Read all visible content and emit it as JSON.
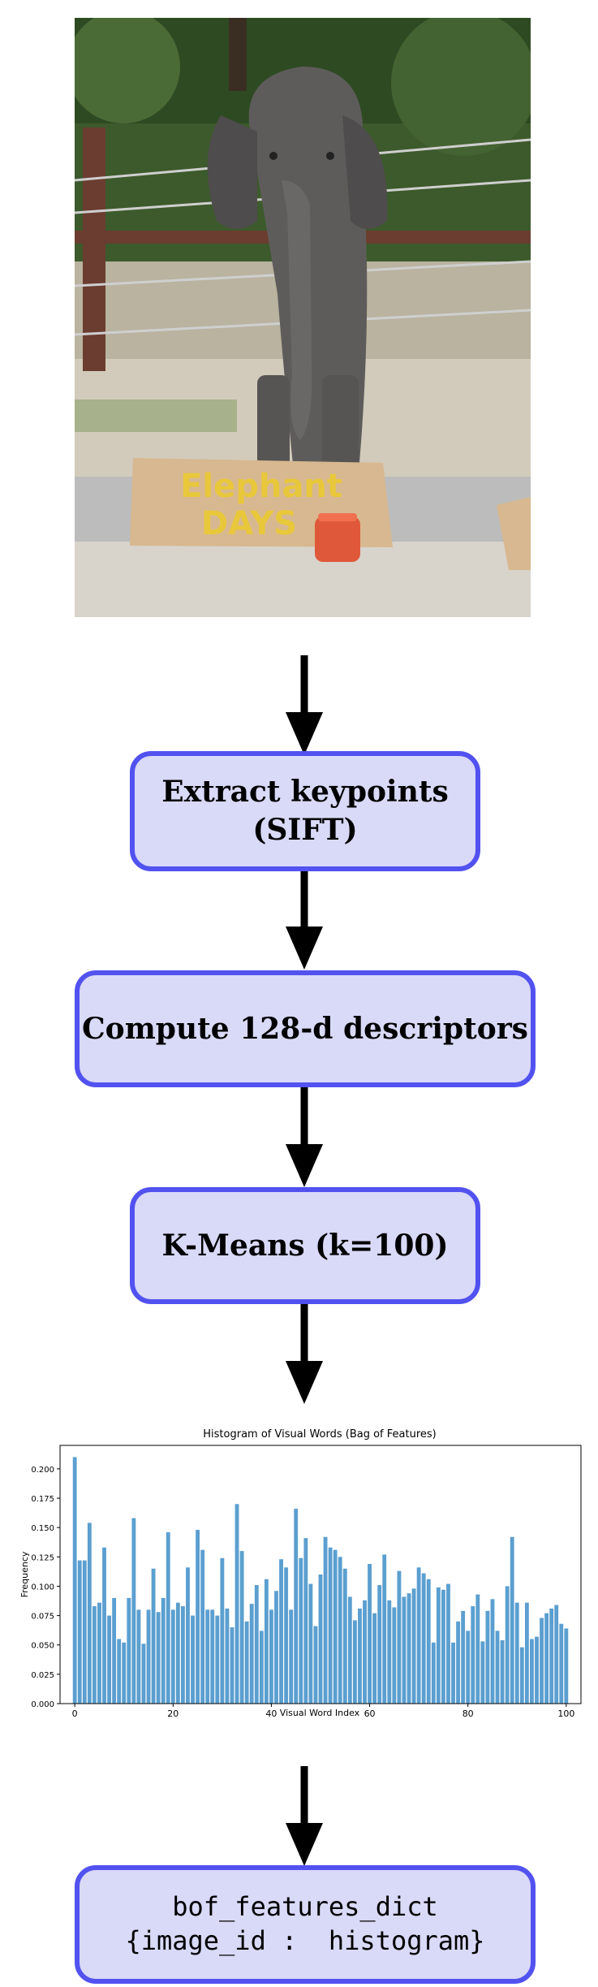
{
  "photo": {
    "sign_text_line1": "Elephant",
    "sign_text_line2": "DAYS"
  },
  "steps": {
    "step1_line1": "Extract keypoints",
    "step1_line2": "(SIFT)",
    "step2": "Compute 128-d descriptors",
    "step3": "K-Means (k=100)",
    "step4_line1": "bof_features_dict",
    "step4_line2": "{image_id :  histogram}"
  },
  "colors": {
    "box_fill": "#d9d9f8",
    "box_border": "#5252f0",
    "bar": "#5b9fd0",
    "arrow": "#000000"
  },
  "chart_data": {
    "type": "bar",
    "title": "Histogram of Visual Words (Bag of Features)",
    "xlabel": "Visual Word Index",
    "ylabel": "Frequency",
    "xlim": [
      -3,
      103
    ],
    "ylim": [
      0,
      0.22
    ],
    "xticks": [
      0,
      20,
      40,
      60,
      80,
      100
    ],
    "yticks": [
      "0.000",
      "0.025",
      "0.050",
      "0.075",
      "0.100",
      "0.125",
      "0.150",
      "0.175",
      "0.200"
    ],
    "x": [
      0,
      1,
      2,
      3,
      4,
      5,
      6,
      7,
      8,
      9,
      10,
      11,
      12,
      13,
      14,
      15,
      16,
      17,
      18,
      19,
      20,
      21,
      22,
      23,
      24,
      25,
      26,
      27,
      28,
      29,
      30,
      31,
      32,
      33,
      34,
      35,
      36,
      37,
      38,
      39,
      40,
      41,
      42,
      43,
      44,
      45,
      46,
      47,
      48,
      49,
      50,
      51,
      52,
      53,
      54,
      55,
      56,
      57,
      58,
      59,
      60,
      61,
      62,
      63,
      64,
      65,
      66,
      67,
      68,
      69,
      70,
      71,
      72,
      73,
      74,
      75,
      76,
      77,
      78,
      79,
      80,
      81,
      82,
      83,
      84,
      85,
      86,
      87,
      88,
      89,
      90,
      91,
      92,
      93,
      94,
      95,
      96,
      97,
      98,
      99,
      100
    ],
    "values": [
      0.21,
      0.122,
      0.122,
      0.154,
      0.083,
      0.086,
      0.133,
      0.075,
      0.09,
      0.055,
      0.052,
      0.09,
      0.158,
      0.08,
      0.051,
      0.08,
      0.115,
      0.078,
      0.09,
      0.146,
      0.08,
      0.086,
      0.083,
      0.116,
      0.075,
      0.148,
      0.131,
      0.08,
      0.08,
      0.075,
      0.124,
      0.081,
      0.065,
      0.17,
      0.13,
      0.07,
      0.085,
      0.101,
      0.062,
      0.106,
      0.08,
      0.096,
      0.123,
      0.116,
      0.08,
      0.166,
      0.124,
      0.141,
      0.102,
      0.066,
      0.11,
      0.142,
      0.133,
      0.131,
      0.125,
      0.115,
      0.091,
      0.071,
      0.081,
      0.088,
      0.119,
      0.077,
      0.101,
      0.127,
      0.088,
      0.082,
      0.113,
      0.091,
      0.094,
      0.098,
      0.116,
      0.111,
      0.106,
      0.052,
      0.099,
      0.097,
      0.102,
      0.052,
      0.07,
      0.079,
      0.062,
      0.083,
      0.093,
      0.053,
      0.079,
      0.089,
      0.062,
      0.054,
      0.1,
      0.142,
      0.086,
      0.048,
      0.086,
      0.055,
      0.057,
      0.073,
      0.077,
      0.081,
      0.084,
      0.068,
      0.064
    ]
  }
}
